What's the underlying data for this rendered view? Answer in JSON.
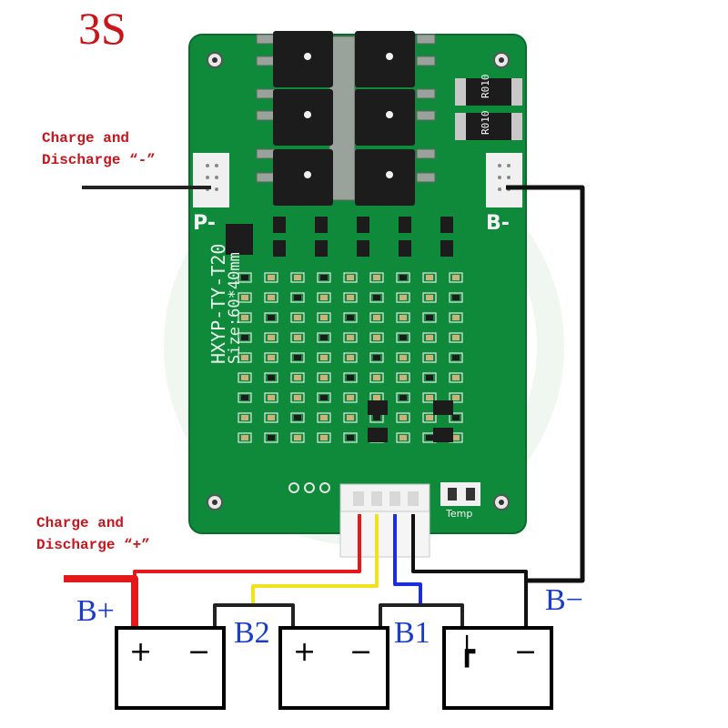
{
  "title": "3S",
  "notes": {
    "negative": [
      "Charge and",
      "Discharge “-”"
    ],
    "positive": [
      "Charge and",
      "Discharge “+”"
    ]
  },
  "wire_labels": {
    "b_plus": "B+",
    "b2": "B2",
    "b1": "B1",
    "b_minus": "B−"
  },
  "board": {
    "pad_p": "P-",
    "pad_b": "B-",
    "model": "HXYP-TY-T20",
    "size": "Size:60*40mm",
    "temp": "Temp",
    "resistor_marking": "R010"
  },
  "cells": [
    {
      "positive": "+",
      "negative": "−"
    },
    {
      "positive": "+",
      "negative": "−"
    },
    {
      "positive": "┢",
      "negative": "−"
    }
  ],
  "colors": {
    "title": "#c8141a",
    "labels": "#1a3cc8",
    "pcb": "#0e8a3a",
    "wire_red": "#e41a1a",
    "wire_yellow": "#f0e21e",
    "wire_blue": "#1a2ee0",
    "wire_black": "#111111"
  }
}
